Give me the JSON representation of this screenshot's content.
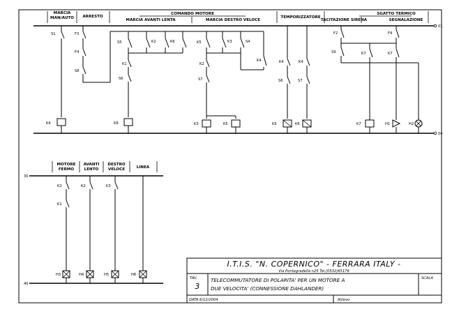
{
  "upper_headers": {
    "manual_auto": [
      "MARCIA",
      "MAN/AUTO"
    ],
    "stop": "ARRESTO",
    "motor_group": "COMANDO MOTORE",
    "slow_forward": "MARCIA AVANTI LENTA",
    "fast_right": "MARCIA DESTRO VELOCE",
    "timers": "TEMPORIZZATORE",
    "thermal_group": "SGATTO TERMICO",
    "silence": "TACITAZIONE SIRENA",
    "signal": "SEGNALAZIONE"
  },
  "upper_rail_labels": {
    "top": "01",
    "bottom": "04"
  },
  "upper_components": {
    "S1": "S1",
    "F3": "F3",
    "F4": "F4",
    "S8": "S8",
    "S5": "S5",
    "K2": "K2",
    "K6": "K6",
    "K1": "K1",
    "S6": "S6",
    "K5": "K5",
    "K3": "K3",
    "S4": "S4",
    "K4": "K4",
    "S7": "S7",
    "K4b": "K4",
    "K4c": "K4",
    "S6b": "S6",
    "S7b": "S7",
    "F2": "F2",
    "F4b": "F4",
    "S9": "S9",
    "K7a": "K7",
    "K7b": "K7"
  },
  "upper_coils": [
    "K4",
    "K8",
    "K3",
    "K5",
    "K5",
    "K6",
    "K7",
    "H1",
    "H2"
  ],
  "lower_headers": {
    "motor_stop": [
      "MOTORE",
      "FERMO"
    ],
    "forward_slow": [
      "AVANTI",
      "LENTO"
    ],
    "right_fast": [
      "DESTRO",
      "VELOCE"
    ],
    "line": "LINEA"
  },
  "lower_rail_labels": {
    "top": "30",
    "bottom": "40"
  },
  "lower_contacts": [
    "K2",
    "K1",
    "K2",
    "K3"
  ],
  "lower_lamps": [
    "H3",
    "H4",
    "H5",
    "H6"
  ],
  "title_block": {
    "school": "I.T.I.S. \"N. COPERNICO\" - FERRARA ITALY -",
    "address": "Via Pontegradella n25 Tel.(0532)65176",
    "table_label": "TAV.",
    "table_number": "3",
    "description_line1": "TELECOMMUTATORE DI POLARITA' PER UN MOTORE A",
    "description_line2": "DUE VELOCITA' (CONNESSIONE DAHLANDER)",
    "scale_label": "SCALA",
    "date": "DATA 6/12/2004",
    "author": "Allievo"
  }
}
